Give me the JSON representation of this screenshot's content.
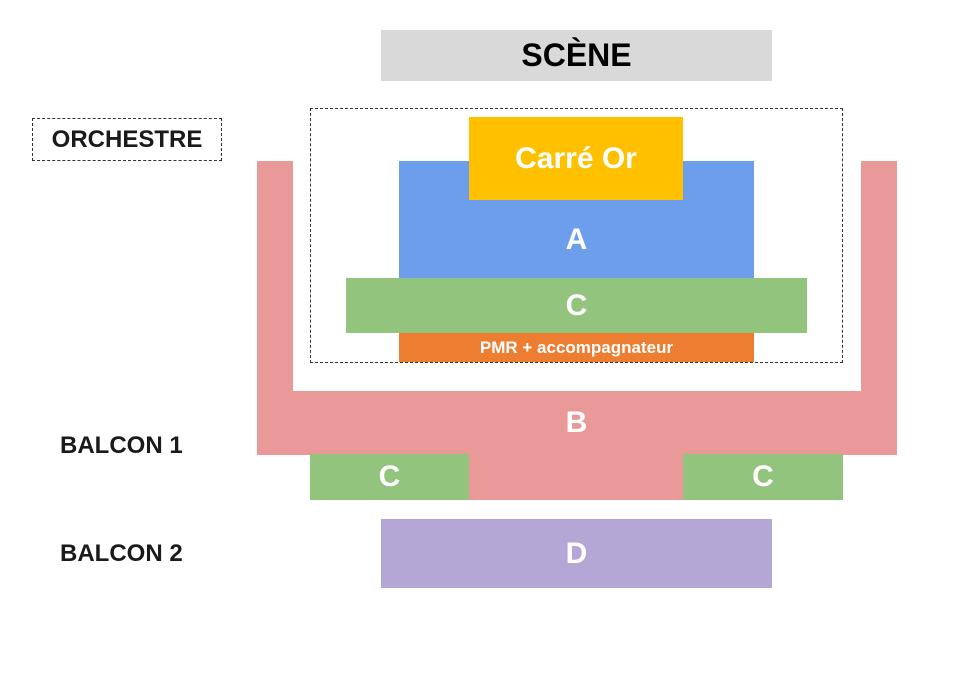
{
  "stage": {
    "label": "SCÈNE",
    "color": "#d9d9d9"
  },
  "levels": {
    "orchestre": "ORCHESTRE",
    "balcon1": "BALCON 1",
    "balcon2": "BALCON 2"
  },
  "zones": {
    "carre_or": {
      "label": "Carré Or",
      "color": "#ffc000"
    },
    "a": {
      "label": "A",
      "color": "#6d9eeb"
    },
    "c_orchestre": {
      "label": "C",
      "color": "#93c47d"
    },
    "pmr": {
      "label": "PMR + accompagnateur",
      "color": "#ed7d31"
    },
    "b": {
      "label": "B",
      "color": "#ea9999"
    },
    "c_balcon_left": {
      "label": "C",
      "color": "#93c47d"
    },
    "c_balcon_right": {
      "label": "C",
      "color": "#93c47d"
    },
    "d": {
      "label": "D",
      "color": "#b4a7d6"
    }
  }
}
